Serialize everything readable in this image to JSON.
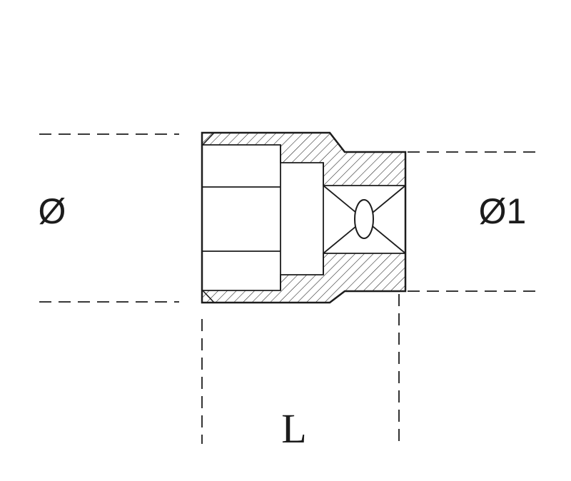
{
  "page": {
    "type": "technical-drawing",
    "subject": "hex socket cross-section with square drive"
  },
  "labels": {
    "left_diameter": "Ø",
    "right_diameter": "Ø1",
    "length": "L"
  },
  "colors": {
    "line": "#1c1c1c",
    "background": "#ffffff"
  }
}
